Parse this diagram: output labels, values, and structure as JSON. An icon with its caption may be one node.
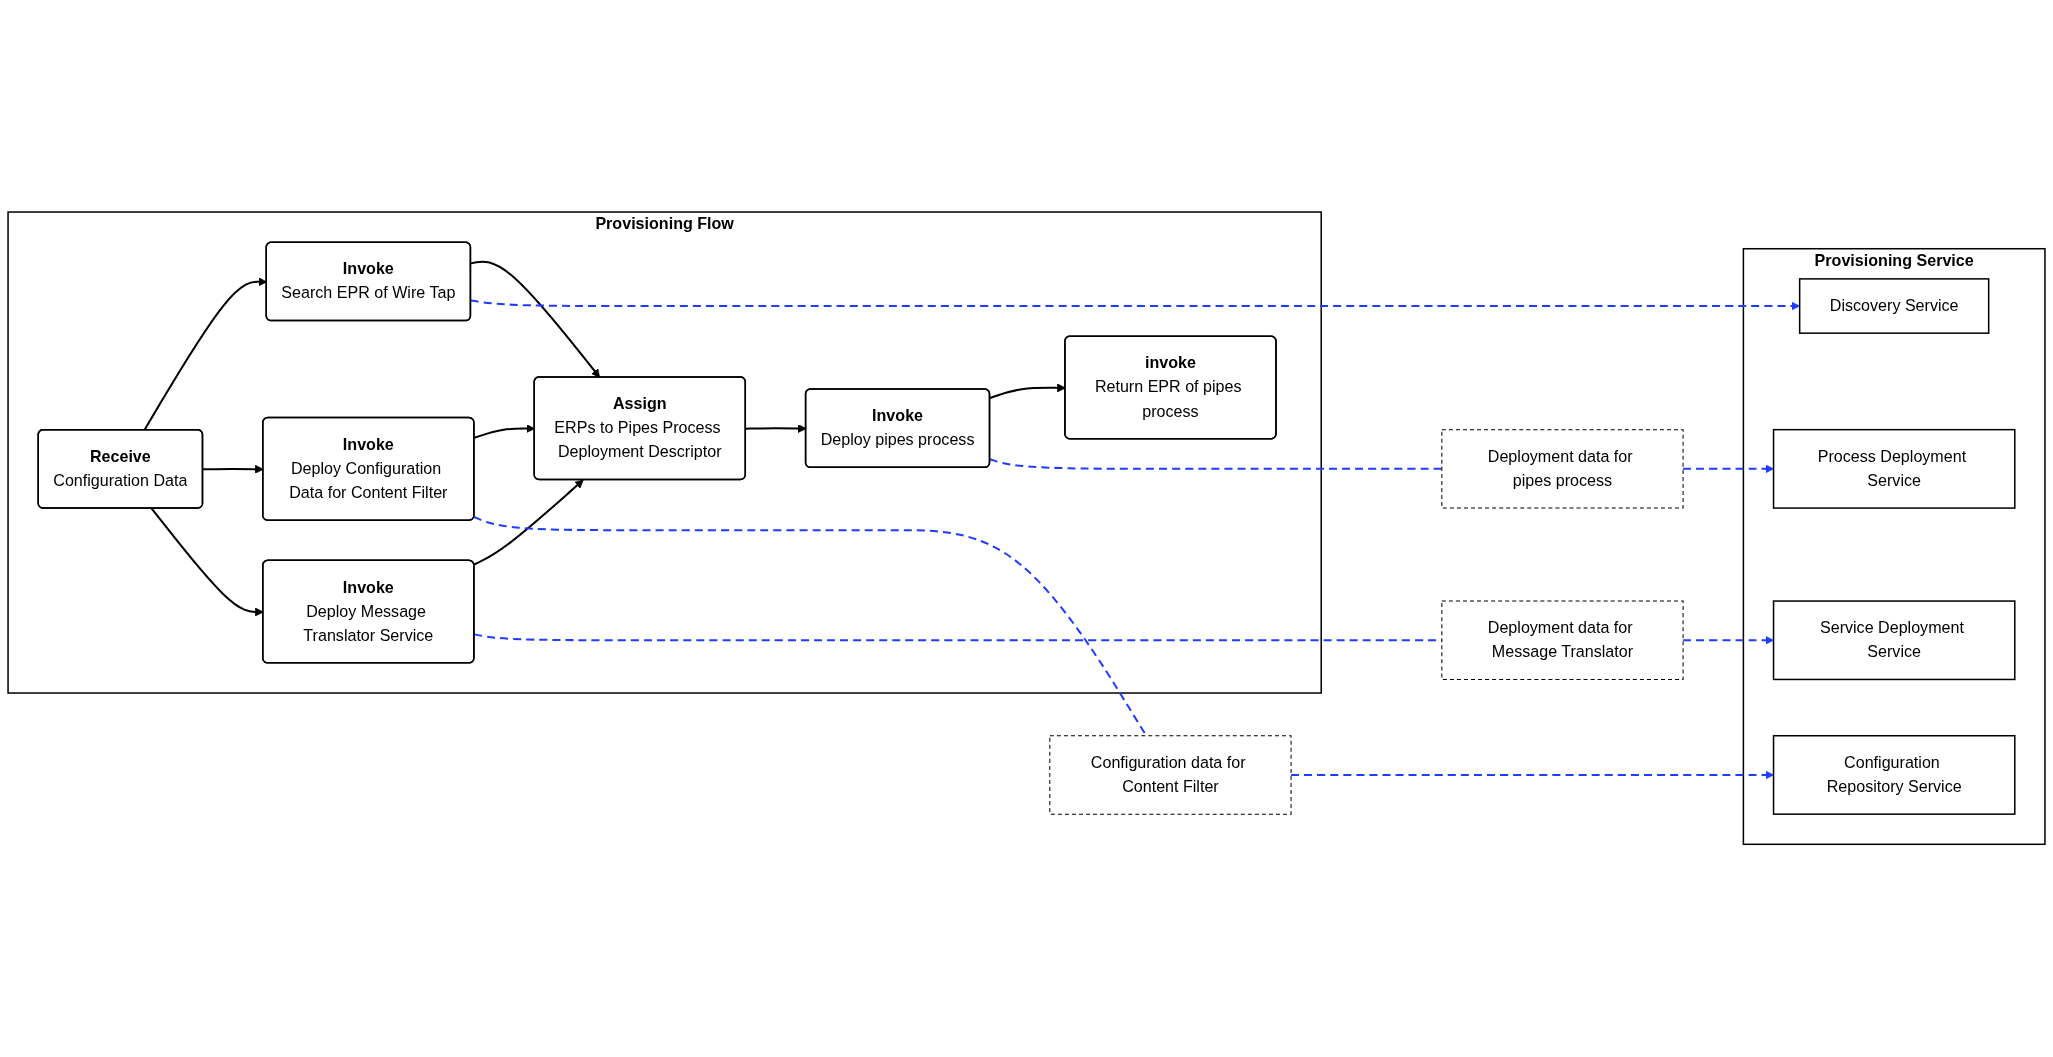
{
  "diagram": {
    "nodes": [
      {
        "text": [
          "Provisioning Flow"
        ]
      },
      {
        "text": [
          "Receive",
          "Configuration Data"
        ],
        "in": 0
      },
      {
        "text": [
          "Invoke",
          "Search EPR of Wire Tap"
        ],
        "in": 0
      },
      {
        "text": [
          "Invoke",
          "Deploy Configuration Data for Content Filter"
        ],
        "in": 0
      },
      {
        "text": [
          "Invoke",
          "Deploy Message Translator Service"
        ],
        "in": 0
      },
      {
        "text": [
          "Assign",
          "ERPs to Pipes Process Deployment Descriptor"
        ],
        "in": 0
      },
      {
        "text": [
          "Invoke",
          "Deploy pipes process"
        ],
        "in": 0
      },
      {
        "text": [
          "invoke",
          "Return EPR of pipes process"
        ],
        "in": 0
      },
      {
        "text": [
          "Deployment data for Message Translator"
        ]
      },
      {
        "text": [
          "Configuration data for Content Filter"
        ]
      },
      {
        "text": [
          "Deployment data for pipes process"
        ]
      },
      {
        "text": [
          "Provisioning Service"
        ]
      },
      {
        "text": [
          "Service Deployment Service"
        ],
        "in": 11
      },
      {
        "text": [
          "Configuration Repository Service"
        ],
        "in": 11
      },
      {
        "text": [
          "Discovery Service"
        ],
        "in": 11
      },
      {
        "text": [
          "Process Deployment Service"
        ],
        "in": 11
      }
    ],
    "edges": [
      {
        "from": 1,
        "to": 2,
        "arrow": "to"
      },
      {
        "from": 1,
        "to": 3,
        "arrow": "to"
      },
      {
        "from": 1,
        "to": 4,
        "arrow": "to"
      },
      {
        "from": 2,
        "to": 5,
        "arrow": "to"
      },
      {
        "from": 3,
        "to": 5,
        "arrow": "to"
      },
      {
        "from": 4,
        "to": 5,
        "arrow": "to"
      },
      {
        "from": 5,
        "to": 6,
        "arrow": "to"
      },
      {
        "from": 6,
        "to": 7,
        "arrow": "to"
      },
      {
        "from": 4,
        "to": 8,
        "arrow": "none",
        "style": "dashed",
        "color": "#1f3cff"
      },
      {
        "from": 8,
        "to": 12,
        "arrow": "to",
        "style": "dashed",
        "color": "#1f3cff"
      },
      {
        "from": 3,
        "to": 9,
        "arrow": "none",
        "style": "dashed",
        "color": "#1f3cff"
      },
      {
        "from": 9,
        "to": 13,
        "arrow": "to",
        "style": "dashed",
        "color": "#1f3cff"
      },
      {
        "from": 2,
        "to": 14,
        "arrow": "to",
        "style": "dashed",
        "color": "#1f3cff"
      },
      {
        "from": 6,
        "to": 10,
        "arrow": "none",
        "style": "dashed",
        "color": "#1f3cff"
      },
      {
        "from": 10,
        "to": 15,
        "arrow": "to",
        "style": "dashed",
        "color": "#1f3cff"
      }
    ]
  }
}
